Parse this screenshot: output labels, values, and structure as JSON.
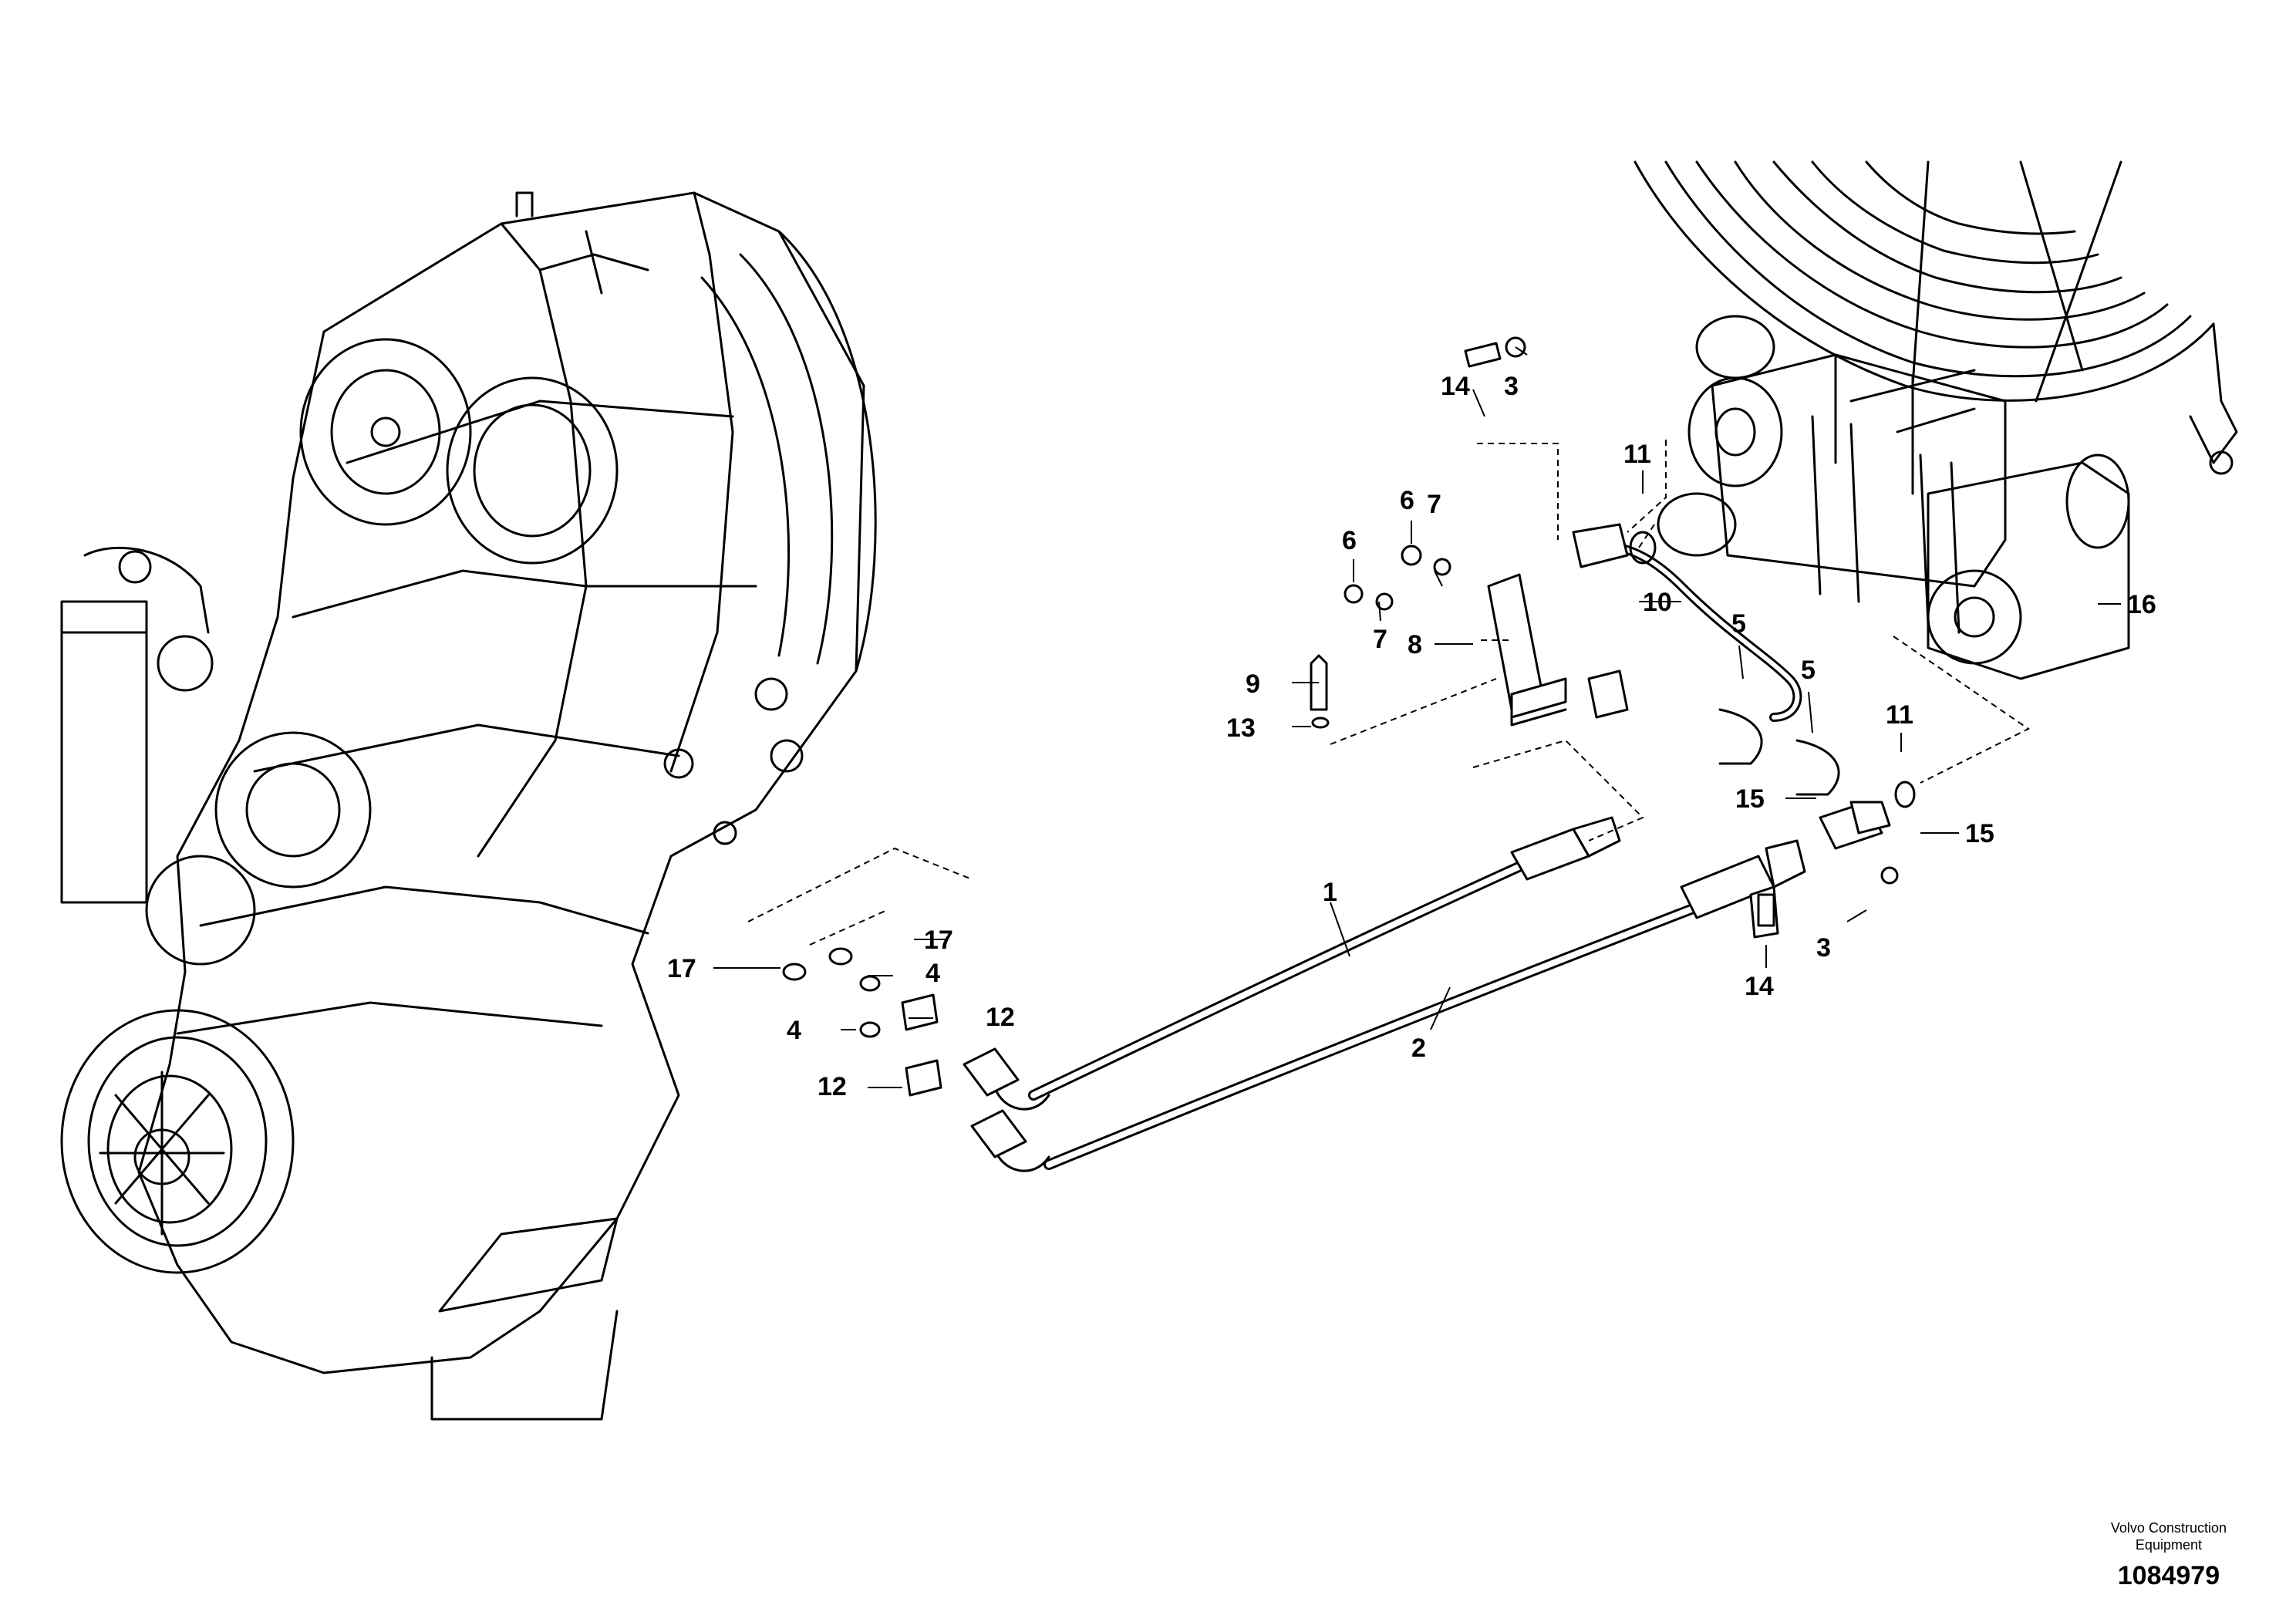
{
  "diagram": {
    "callouts": [
      {
        "id": "c1",
        "label": "1"
      },
      {
        "id": "c2",
        "label": "2"
      },
      {
        "id": "c3a",
        "label": "3"
      },
      {
        "id": "c3b",
        "label": "3"
      },
      {
        "id": "c4a",
        "label": "4"
      },
      {
        "id": "c4b",
        "label": "4"
      },
      {
        "id": "c5a",
        "label": "5"
      },
      {
        "id": "c5b",
        "label": "5"
      },
      {
        "id": "c6a",
        "label": "6"
      },
      {
        "id": "c6b",
        "label": "6"
      },
      {
        "id": "c7a",
        "label": "7"
      },
      {
        "id": "c7b",
        "label": "7"
      },
      {
        "id": "c8",
        "label": "8"
      },
      {
        "id": "c9",
        "label": "9"
      },
      {
        "id": "c10",
        "label": "10"
      },
      {
        "id": "c11a",
        "label": "11"
      },
      {
        "id": "c11b",
        "label": "11"
      },
      {
        "id": "c12a",
        "label": "12"
      },
      {
        "id": "c12b",
        "label": "12"
      },
      {
        "id": "c13",
        "label": "13"
      },
      {
        "id": "c14a",
        "label": "14"
      },
      {
        "id": "c14b",
        "label": "14"
      },
      {
        "id": "c15a",
        "label": "15"
      },
      {
        "id": "c15b",
        "label": "15"
      },
      {
        "id": "c16",
        "label": "16"
      },
      {
        "id": "c17a",
        "label": "17"
      },
      {
        "id": "c17b",
        "label": "17"
      }
    ]
  },
  "footer": {
    "brand_line1": "Volvo Construction",
    "brand_line2": "Equipment",
    "doc_number": "1084979"
  }
}
